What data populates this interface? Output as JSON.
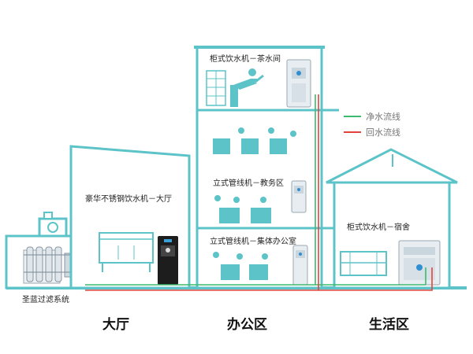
{
  "colors": {
    "wall": "#5cc4c8",
    "wall_fill": "#ffffff",
    "pure_flow": "#3cba6e",
    "return_flow": "#e0443c",
    "equipment": "#c9d6de",
    "dispenser_dark": "#1d1d1d"
  },
  "legend": {
    "pure_label": "净水流线",
    "return_label": "回水流线"
  },
  "labels": {
    "tea_room": "柜式饮水机－茶水间",
    "teaching": "立式管线机－教务区",
    "office": "立式管线机－集体办公室",
    "hall_machine": "豪华不锈钢饮水机－大厅",
    "dorm": "柜式饮水机－宿舍",
    "filter_system": "圣蓝过滤系统"
  },
  "zones": {
    "hall": "大厅",
    "office_area": "办公区",
    "living": "生活区"
  },
  "icons": {
    "filter": "filter-system-icon",
    "dispenser": "water-dispenser-icon",
    "person": "person-at-desk-icon"
  }
}
